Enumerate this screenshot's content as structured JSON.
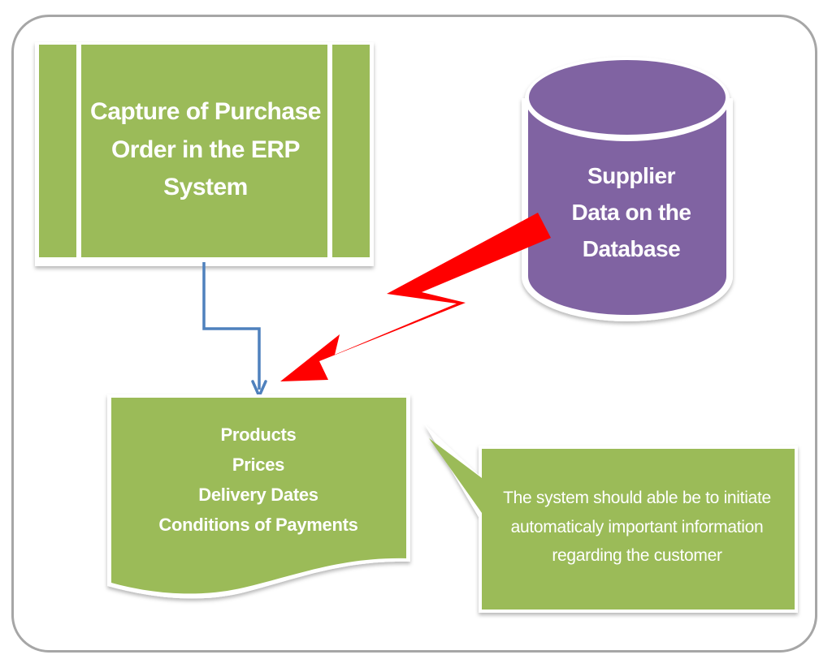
{
  "diagram": {
    "process_box": {
      "icon": "predefined-process-shape",
      "lines": [
        "Capture of Purchase",
        "Order in the ERP",
        "System"
      ]
    },
    "database": {
      "icon": "database-cylinder-shape",
      "lines": [
        "Supplier",
        "Data on the",
        "Database"
      ]
    },
    "document": {
      "icon": "document-shape",
      "lines": [
        "Products",
        "Prices",
        "Delivery Dates",
        "Conditions of Payments"
      ]
    },
    "callout": {
      "icon": "callout-shape",
      "lines": [
        "The system should able be to initiate",
        "automaticaly important information",
        "regarding the customer"
      ]
    },
    "connectors": [
      {
        "from": "process_box",
        "to": "document",
        "style": "elbow-arrow",
        "icon": "elbow-arrow-icon"
      },
      {
        "from": "database",
        "to": "document",
        "style": "lightning-arrow",
        "icon": "lightning-bolt-icon"
      }
    ],
    "colors": {
      "green": "#9bbb59",
      "purple": "#8064a2",
      "blue": "#4f81bd",
      "red": "#ff0000",
      "frame": "#a6a6a6"
    }
  }
}
